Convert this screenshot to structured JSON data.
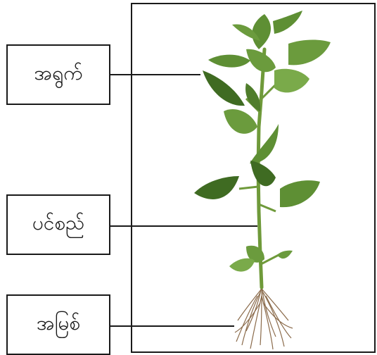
{
  "labels": {
    "leaf": "အရွက်",
    "stem": "ပင်စည်",
    "root": "အမြစ်"
  },
  "colors": {
    "leaf": "#5e8f34",
    "leaf_dark": "#3f6b22",
    "stem": "#6f9a3a",
    "root": "#8a6a4a",
    "line": "#1a1a1a"
  }
}
